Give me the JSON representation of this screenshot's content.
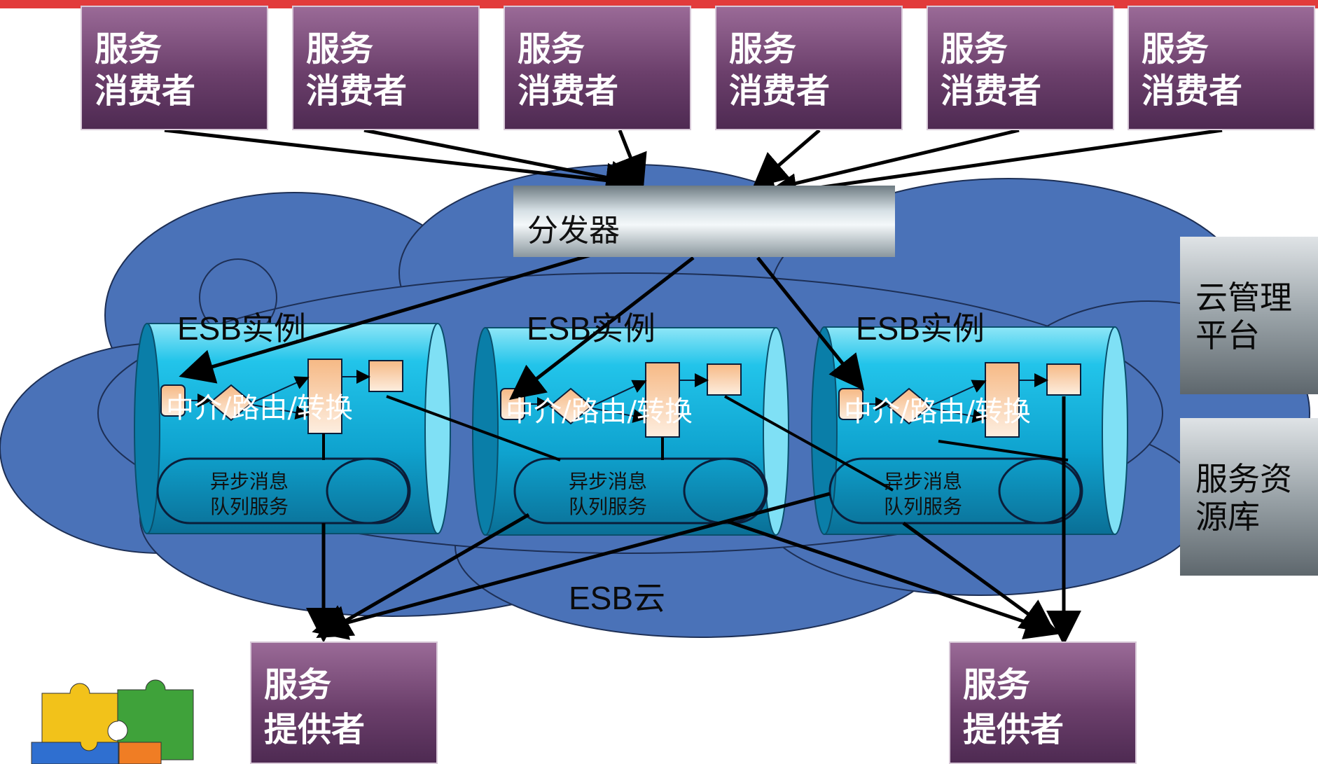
{
  "consumers": [
    {
      "line1": "服务",
      "line2": "消费者"
    },
    {
      "line1": "服务",
      "line2": "消费者"
    },
    {
      "line1": "服务",
      "line2": "消费者"
    },
    {
      "line1": "服务",
      "line2": "消费者"
    },
    {
      "line1": "服务",
      "line2": "消费者"
    },
    {
      "line1": "服务",
      "line2": "消费者"
    }
  ],
  "distributor": {
    "label": "分发器"
  },
  "esb_instances": [
    {
      "title": "ESB实例",
      "mediation": "中介/路由/转换",
      "queue_line1": "异步消息",
      "queue_line2": "队列服务"
    },
    {
      "title": "ESB实例",
      "mediation": "中介/路由/转换",
      "queue_line1": "异步消息",
      "queue_line2": "队列服务"
    },
    {
      "title": "ESB实例",
      "mediation": "中介/路由/转换",
      "queue_line1": "异步消息",
      "queue_line2": "队列服务"
    }
  ],
  "cloud": {
    "label": "ESB云"
  },
  "side_panels": [
    {
      "line1": "云管理",
      "line2": "平台"
    },
    {
      "line1": "服务资",
      "line2": "源库"
    }
  ],
  "providers": [
    {
      "line1": "服务",
      "line2": "提供者"
    },
    {
      "line1": "服务",
      "line2": "提供者"
    }
  ],
  "colors": {
    "top_bar": "#e23b3b",
    "cloud": "#4a72b8",
    "consumer_box": "#6b3f6b",
    "esb_cylinder": "#19b6e0",
    "node_fill": "#f6c79a",
    "arrow": "#000000"
  }
}
